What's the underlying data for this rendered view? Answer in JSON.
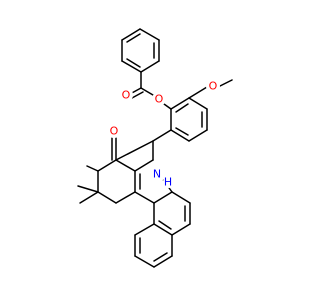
{
  "atoms": [
    {
      "name": "ester-oxygen-dbl",
      "symbol": "O",
      "color": "#ff0000"
    },
    {
      "name": "ester-oxygen-link",
      "symbol": "O",
      "color": "#ff0000"
    },
    {
      "name": "methoxy-oxygen",
      "symbol": "O",
      "color": "#ff0000"
    },
    {
      "name": "ketone-oxygen",
      "symbol": "O",
      "color": "#ff0000"
    },
    {
      "name": "amine-nitrogen",
      "symbol": "N",
      "color": "#0000ff"
    },
    {
      "name": "amine-hydrogen",
      "symbol": "H",
      "color": "#0000ff"
    }
  ]
}
